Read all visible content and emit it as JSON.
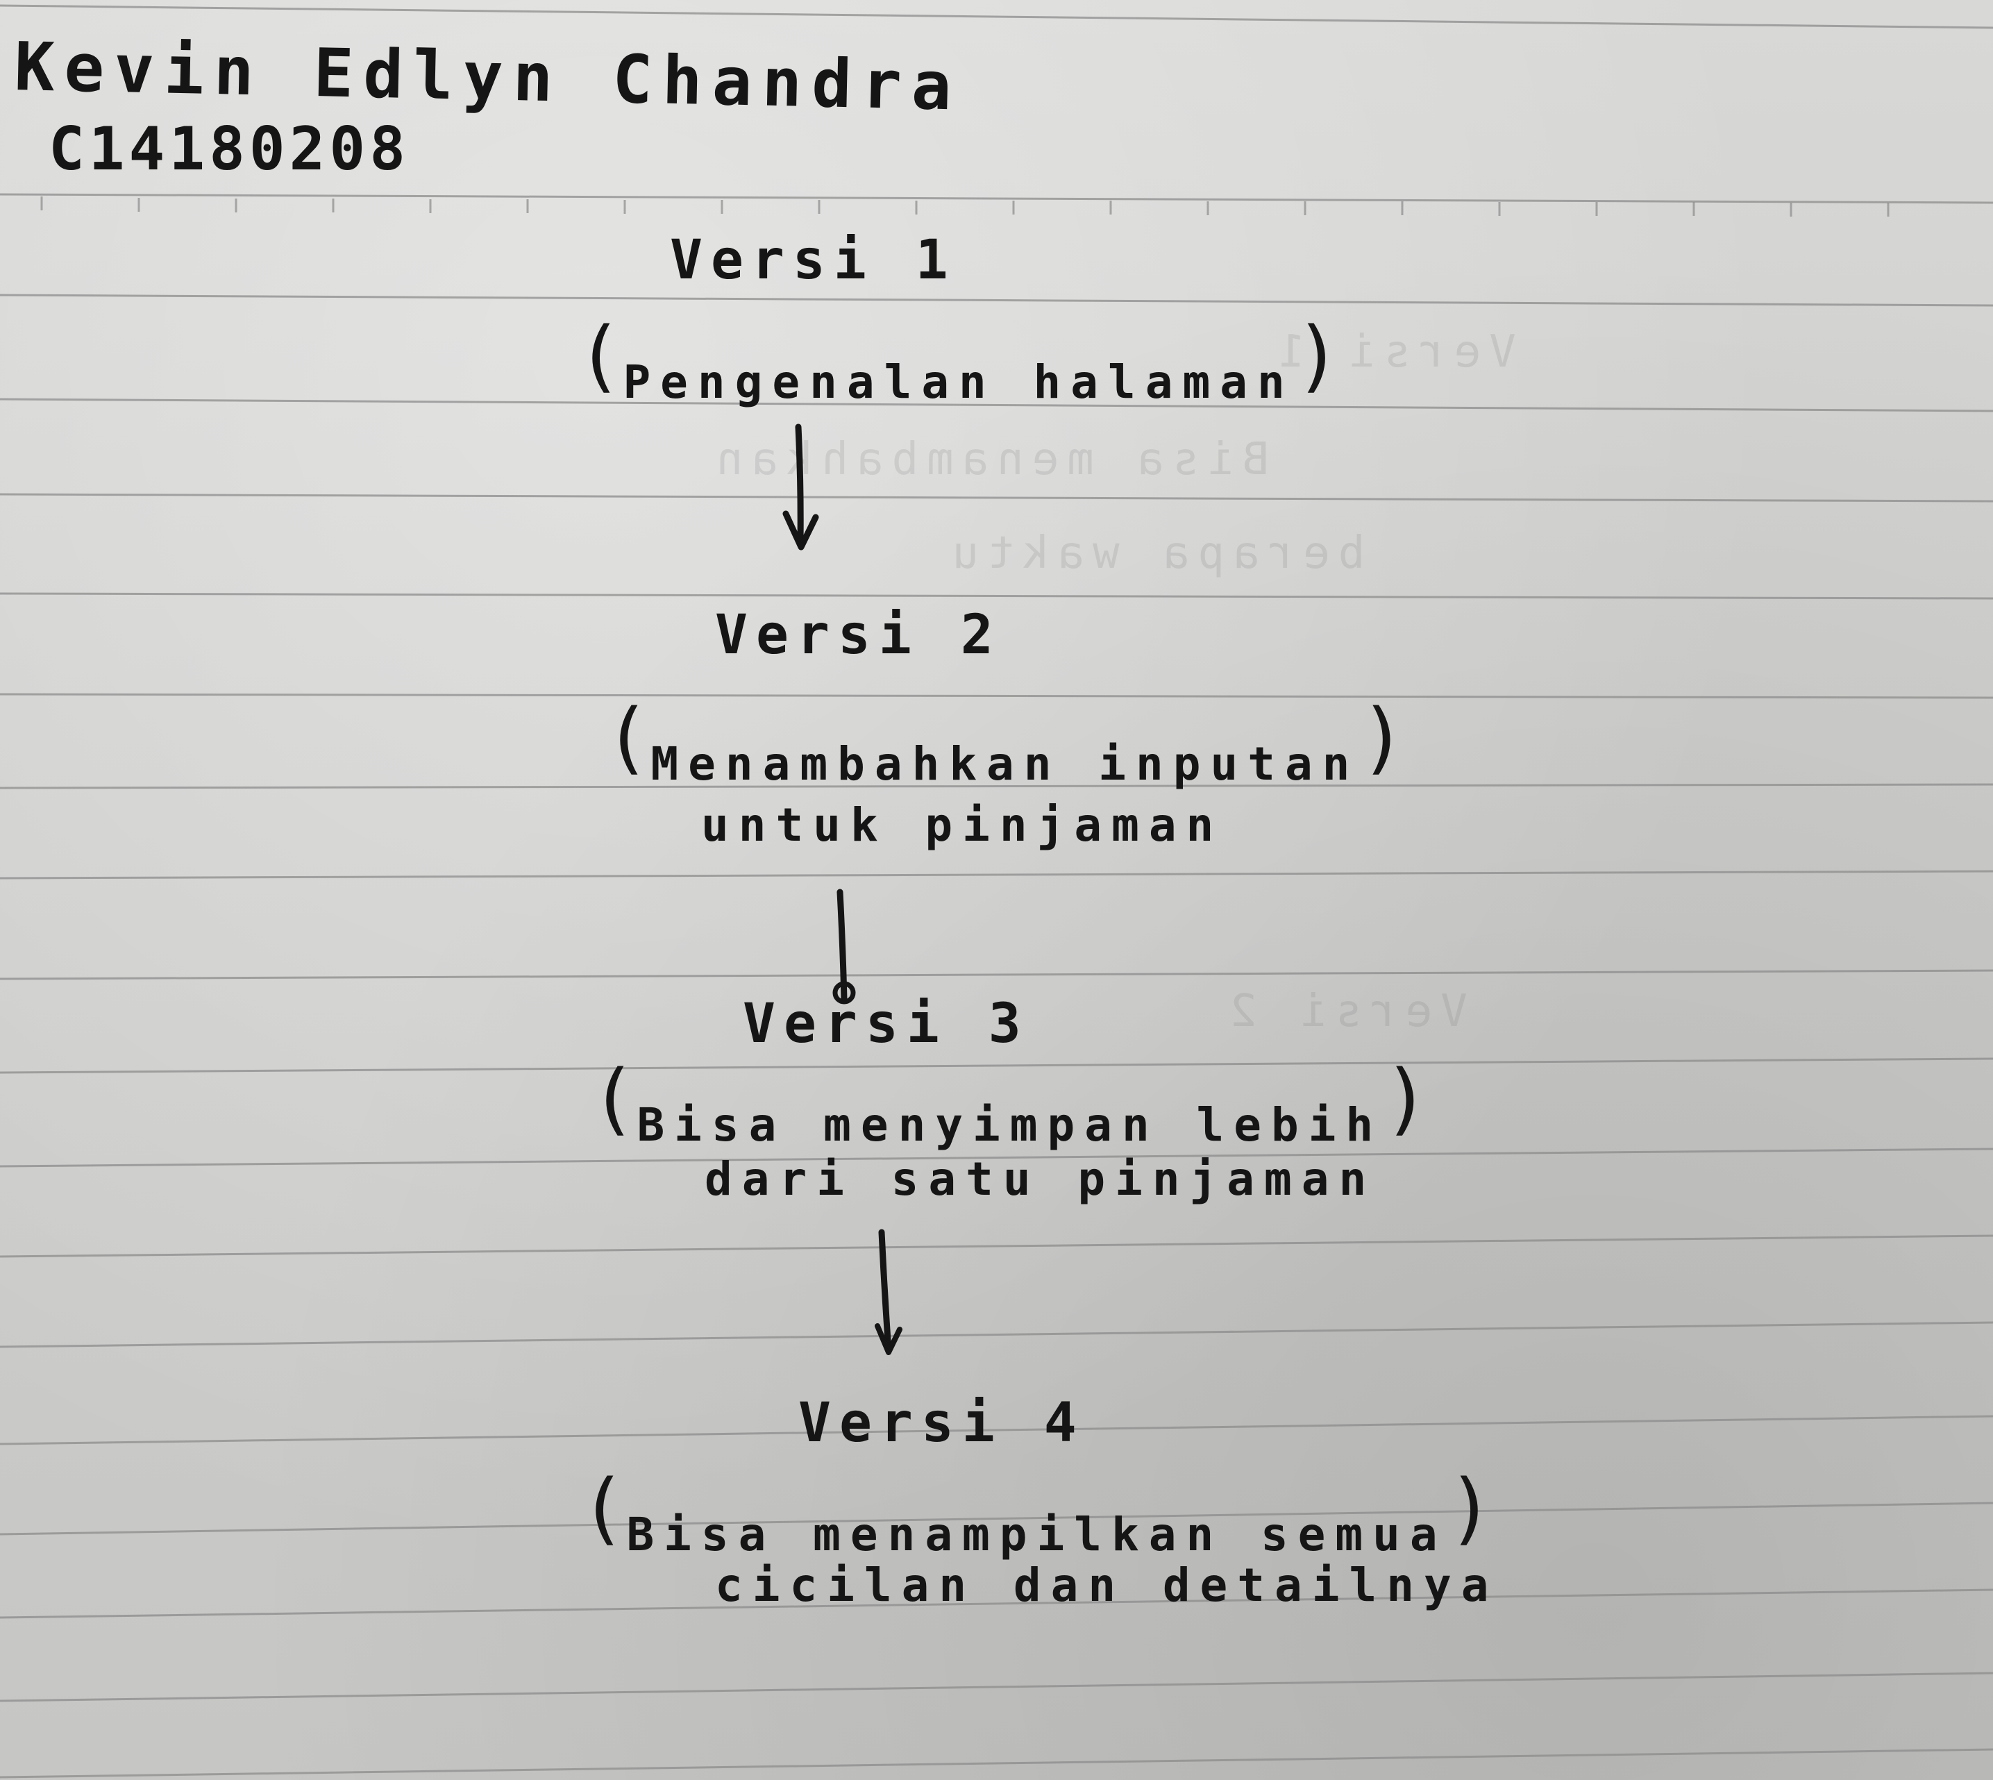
{
  "header": {
    "name": "Kevin Edlyn Chandra",
    "student_id": "C14180208"
  },
  "steps": [
    {
      "title": "Versi 1",
      "desc_line1": "Pengenalan halaman",
      "desc_line2": ""
    },
    {
      "title": "Versi 2",
      "desc_line1": "Menambahkan inputan",
      "desc_line2": "untuk pinjaman"
    },
    {
      "title": "Versi 3",
      "desc_line1": "Bisa menyimpan lebih",
      "desc_line2": "dari satu pinjaman"
    },
    {
      "title": "Versi 4",
      "desc_line1": "Bisa menampilkan semua",
      "desc_line2": "cicilan dan detailnya"
    }
  ],
  "colors": {
    "ink": "#151515",
    "ruling": "#8a8a8a",
    "paper": "#d2d2d0"
  }
}
